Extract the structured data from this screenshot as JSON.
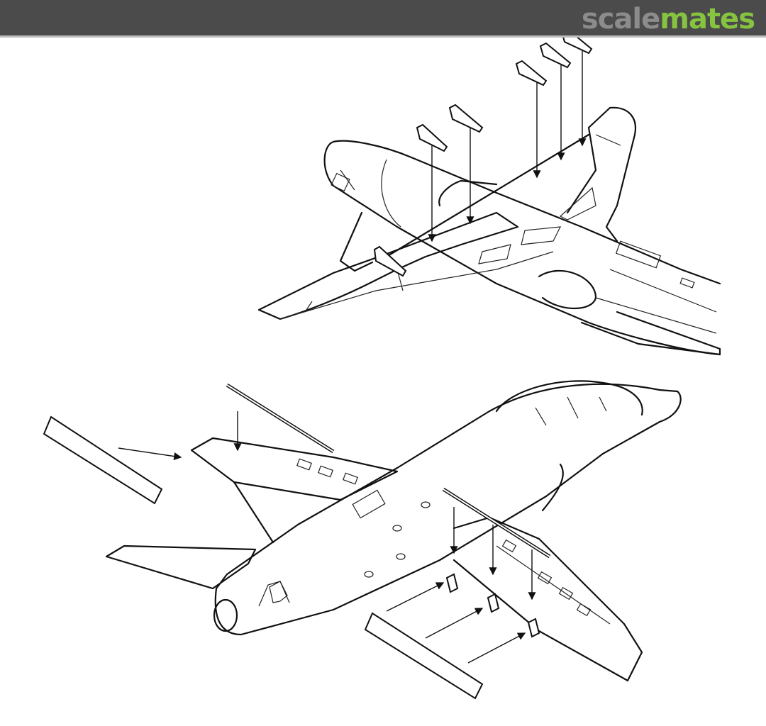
{
  "header": {
    "background_color": "#4b4b4b",
    "logo": {
      "part1": "scale",
      "part2": "mates",
      "part1_color": "#8c8c8c",
      "part2_color": "#86c440"
    }
  },
  "diagram": {
    "type": "model-kit assembly instructions",
    "subject": "jet trainer aircraft (line art)",
    "views": [
      {
        "name": "underside-view",
        "description": "Aircraft from below with fences/pylons dropping onto wing leading edges"
      },
      {
        "name": "upper-view",
        "description": "Aircraft from above with tailplane strips, wing fence rods and flap strips"
      }
    ],
    "line_color": "#111111",
    "background_color": "#ffffff"
  }
}
